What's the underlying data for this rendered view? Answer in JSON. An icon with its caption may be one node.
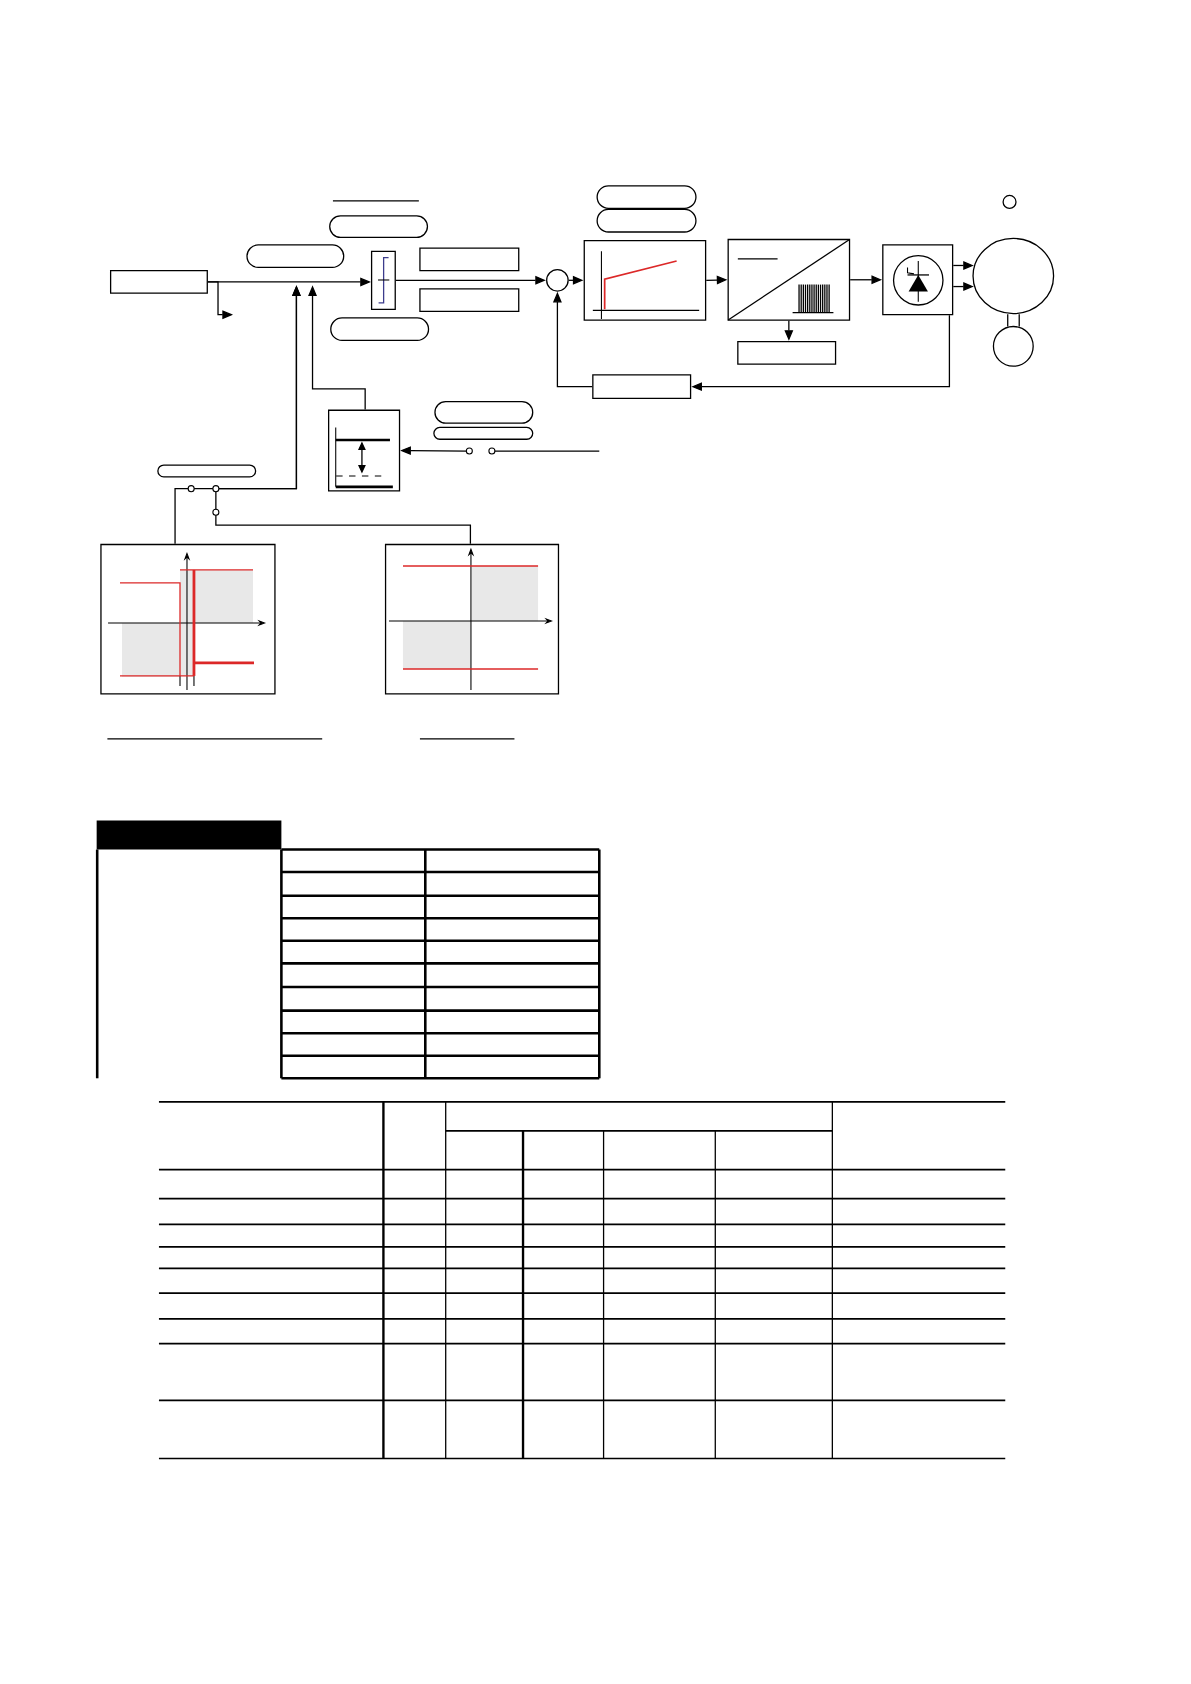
{
  "diagram": {
    "nodes": [
      {
        "text": [],
        "shape": "box"
      },
      {
        "text": [],
        "shape": "pill"
      },
      {
        "text": [],
        "shape": "pill"
      },
      {
        "text": [],
        "shape": "pill"
      },
      {
        "text": [],
        "shape": "box"
      },
      {
        "text": [],
        "shape": "box"
      },
      {
        "text": [],
        "shape": "box"
      },
      {
        "text": [],
        "shape": "circle"
      },
      {
        "text": [],
        "shape": "pill"
      },
      {
        "text": [],
        "shape": "pill"
      },
      {
        "text": [],
        "shape": "box"
      },
      {
        "text": [],
        "shape": "box"
      },
      {
        "text": [],
        "shape": "box"
      },
      {
        "text": [],
        "shape": "box"
      },
      {
        "text": [],
        "shape": "circle"
      },
      {
        "text": [],
        "shape": "circle"
      },
      {
        "text": [],
        "shape": "circle"
      },
      {
        "text": [],
        "shape": "box"
      },
      {
        "text": [],
        "shape": "box"
      },
      {
        "text": [],
        "shape": "pill"
      },
      {
        "text": [],
        "shape": "pill"
      },
      {
        "text": [],
        "shape": "pill"
      },
      {
        "text": [],
        "shape": "box"
      },
      {
        "text": [],
        "shape": "box"
      }
    ],
    "edges": [
      {
        "from": 0,
        "to": 4,
        "arrow": "to"
      },
      {
        "from": 0,
        "to": null,
        "arrow": "to"
      },
      {
        "from": 4,
        "to": 7,
        "arrow": "to"
      },
      {
        "from": 7,
        "to": 10,
        "arrow": "to"
      },
      {
        "from": 10,
        "to": 11,
        "arrow": "to"
      },
      {
        "from": 11,
        "to": 12,
        "arrow": "to"
      },
      {
        "from": 11,
        "to": 13,
        "arrow": "to"
      },
      {
        "from": 13,
        "to": 14,
        "arrow": "to"
      },
      {
        "from": 13,
        "to": 14,
        "arrow": "to"
      },
      {
        "from": 13,
        "to": 17,
        "arrow": "to"
      },
      {
        "from": 17,
        "to": 7,
        "arrow": "to"
      },
      {
        "from": 18,
        "to": 1,
        "arrow": "to"
      },
      {
        "from": null,
        "to": 18,
        "arrow": "to"
      },
      {
        "from": 22,
        "to": 1,
        "arrow": "to"
      },
      {
        "from": 23,
        "to": 1,
        "arrow": "to"
      }
    ]
  }
}
